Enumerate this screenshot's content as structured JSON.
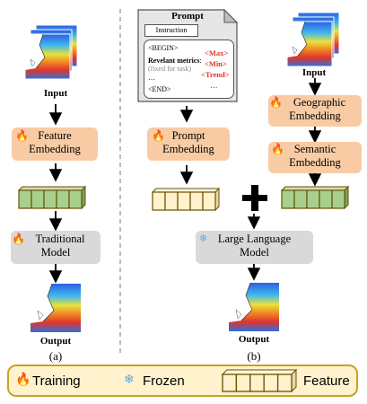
{
  "panel_a": {
    "input_label": "Input",
    "feature_embedding": [
      "Feature",
      "Embedding"
    ],
    "traditional_model": [
      "Traditional",
      "Model"
    ],
    "output_label": "Output",
    "caption": "(a)"
  },
  "panel_b": {
    "prompt": {
      "title": "Prompt",
      "instruction": "Instruction",
      "begin": "<BEGIN>",
      "metrics_label": "Revelant metrics",
      "metrics_colon": ":",
      "metrics_note": "(fixed for task)",
      "dots_left": "…",
      "end": "<END>",
      "metric_1": "<Max>",
      "metric_2": "<Min>",
      "metric_3": "<Trend>",
      "metric_more": "…"
    },
    "prompt_embedding": [
      "Prompt",
      "Embedding"
    ],
    "input_label": "Input",
    "geographic_embedding": [
      "Geographic",
      "Embedding"
    ],
    "semantic_embedding": [
      "Semantic",
      "Embedding"
    ],
    "llm": [
      "Large Language",
      "Model"
    ],
    "output_label": "Output",
    "caption": "(b)"
  },
  "legend": {
    "training": "Training",
    "frozen": "Frozen",
    "feature": "Feature"
  },
  "colors": {
    "embedding_orange": "#f8cba4",
    "model_gray": "#d9d9d9",
    "feature_green": "#a8d08d",
    "feature_cream": "#fff2cc",
    "cube_border": "#7f6000",
    "legend_bg": "#fff2cc",
    "legend_border": "#c9a227",
    "metric_red": "#e0352b"
  },
  "icons": [
    "fire-icon",
    "snowflake-icon",
    "weather-map-image"
  ]
}
